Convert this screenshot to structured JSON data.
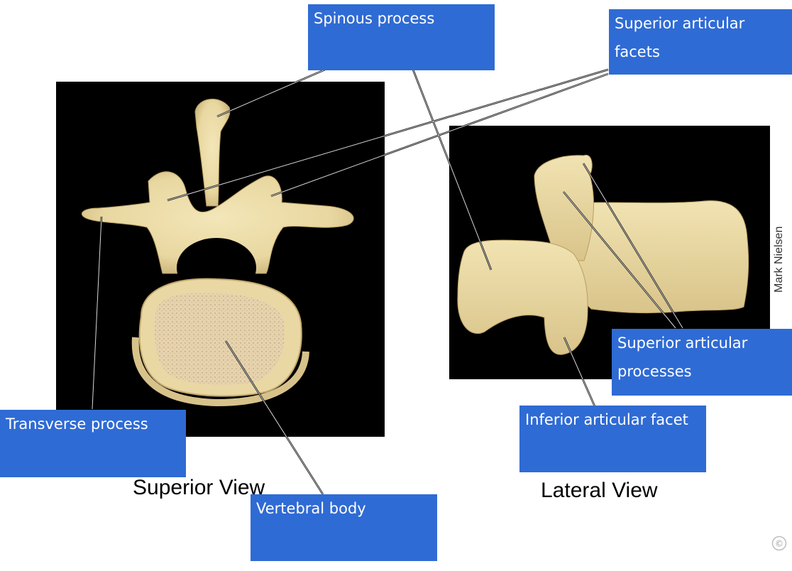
{
  "labels": {
    "spinous_process": "Spinous process",
    "superior_articular_facets": "Superior articular facets",
    "transverse_process": "Transverse process",
    "vertebral_body": "Vertebral body",
    "superior_articular_processes": "Superior articular processes",
    "inferior_articular_facet": "Inferior articular facet"
  },
  "captions": {
    "superior_view": "Superior View",
    "lateral_view": "Lateral View"
  },
  "credit": "Mark Nielsen",
  "copyright_symbol": "©",
  "colors": {
    "label_fill": "#2f6bd4",
    "photo_background": "#000000",
    "bone": "#eadba5",
    "cancellous_bone": "#e3cfa9"
  }
}
